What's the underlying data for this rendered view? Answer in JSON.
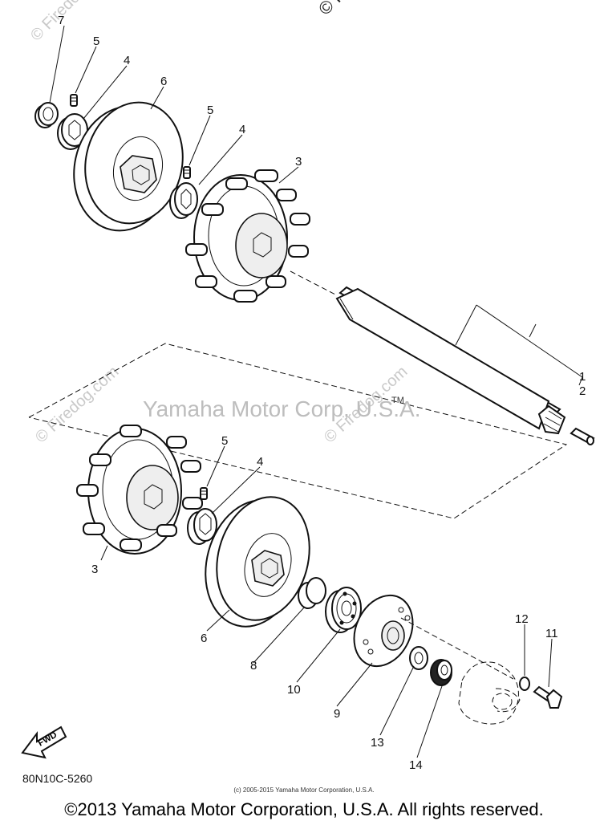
{
  "watermarks": {
    "center": "Yamaha Motor Corp, U.S.A.",
    "top_right": "© Fire",
    "diag_left": "© Firedog.com",
    "diag_mid": "© Firedog.com",
    "trademark": "TM"
  },
  "callouts": {
    "c7": "7",
    "c5a": "5",
    "c4a": "4",
    "c6a": "6",
    "c5b": "5",
    "c4b": "4",
    "c3a": "3",
    "c1": "1",
    "c2": "2",
    "c5c": "5",
    "c4c": "4",
    "c3b": "3",
    "c6b": "6",
    "c8": "8",
    "c10": "10",
    "c9": "9",
    "c13": "13",
    "c14": "14",
    "c12": "12",
    "c11": "11"
  },
  "fwd_label": "FWD",
  "diagram_code": "80N10C-5260",
  "small_copyright": "(c) 2005-2015 Yamaha Motor Corporation, U.S.A.",
  "footer_copyright": "©2013 Yamaha Motor Corporation, U.S.A. All rights reserved."
}
